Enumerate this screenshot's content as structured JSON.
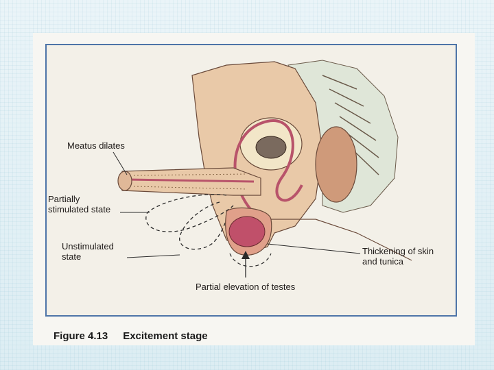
{
  "figure": {
    "number": "Figure 4.13",
    "title": "Excitement stage"
  },
  "labels": {
    "meatus": "Meatus dilates",
    "partial": "Partially\nstimulated state",
    "unstim": "Unstimulated\nstate",
    "thickening": "Thickening of skin\nand tunica",
    "elevation": "Partial elevation of testes"
  },
  "colors": {
    "border": "#4d74a8",
    "tissue": "#e9c9a8",
    "deep_tissue": "#cf9a7a",
    "muscle": "#b8536a",
    "testis": "#c0506a",
    "bone": "#f4efe2"
  }
}
